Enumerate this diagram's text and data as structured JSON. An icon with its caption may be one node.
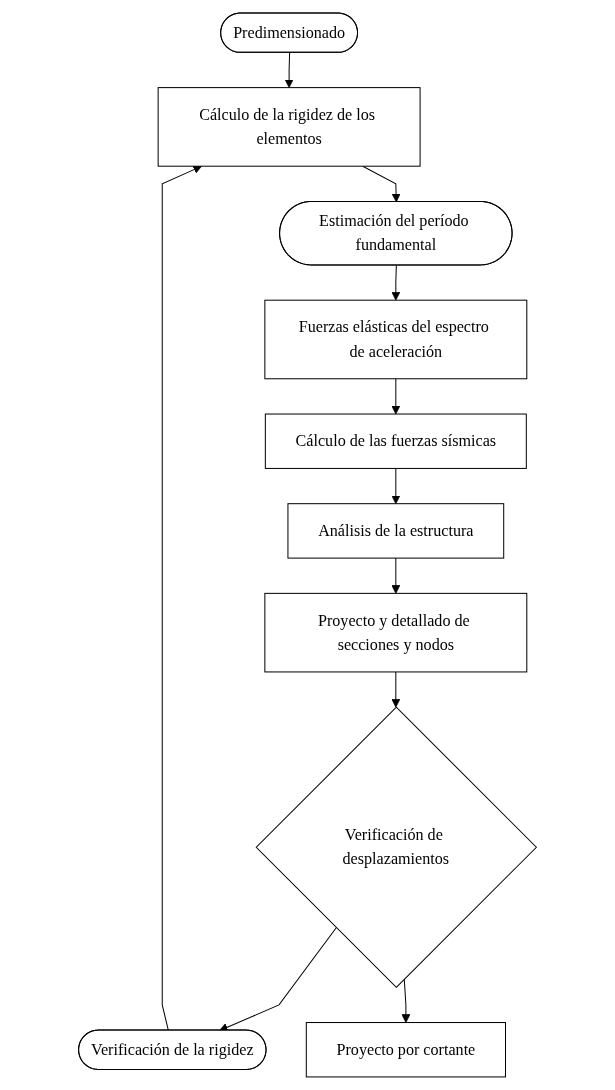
{
  "diagram": {
    "nodes": [
      {
        "text": [
          "Predimensionado"
        ]
      },
      {
        "text": [
          "Cálculo de la rigidez de los elementos"
        ]
      },
      {
        "text": [
          "Estimación del período fundamental"
        ]
      },
      {
        "text": [
          "Fuerzas elásticas del espectro de aceleración"
        ]
      },
      {
        "text": [
          "Cálculo de las fuerzas sísmicas"
        ]
      },
      {
        "text": [
          "Análisis de la estructura"
        ]
      },
      {
        "text": [
          "Proyecto y detallado de secciones y nodos"
        ]
      },
      {
        "text": [
          "Verificación de desplazamientos"
        ]
      },
      {
        "text": [
          "Verificación de la rigidez"
        ]
      },
      {
        "text": [
          "Proyecto por cortante"
        ]
      }
    ],
    "edges": [
      {
        "from": 0,
        "to": 1,
        "arrow": "to"
      },
      {
        "from": 1,
        "to": 2,
        "arrow": "to"
      },
      {
        "from": 2,
        "to": 3,
        "arrow": "to"
      },
      {
        "from": 3,
        "to": 4,
        "arrow": "to"
      },
      {
        "from": 4,
        "to": 5,
        "arrow": "to"
      },
      {
        "from": 5,
        "to": 6,
        "arrow": "to"
      },
      {
        "from": 6,
        "to": 7,
        "arrow": "to"
      },
      {
        "from": 7,
        "to": 8,
        "arrow": "to"
      },
      {
        "from": 8,
        "to": 1,
        "arrow": "to"
      },
      {
        "from": 7,
        "to": 9,
        "arrow": "to"
      }
    ]
  }
}
